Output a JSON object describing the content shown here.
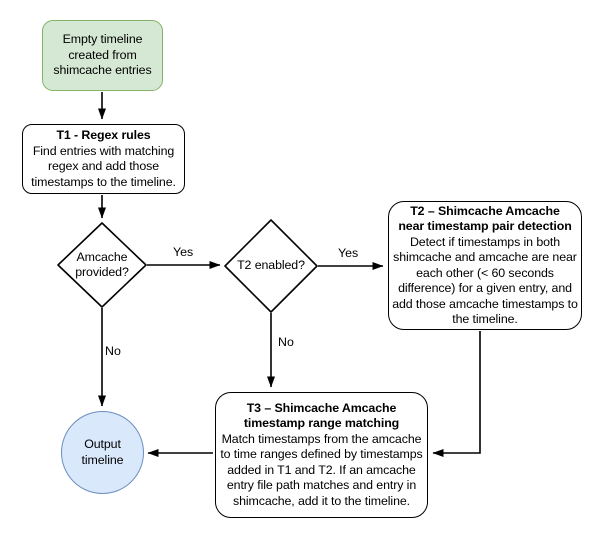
{
  "diagram": {
    "nodes": {
      "start": {
        "text": "Empty timeline\ncreated from\nshimcache entries"
      },
      "t1": {
        "title": "T1 - Regex rules",
        "body": "Find entries with matching\nregex and add those\ntimestamps to the timeline."
      },
      "amcache_decision": {
        "text": "Amcache\nprovided?"
      },
      "t2_decision": {
        "text": "T2 enabled?"
      },
      "t2": {
        "title": "T2 – Shimcache Amcache\nnear timestamp pair detection",
        "body": "Detect if timestamps in both\nshimcache and amcache are near\neach other (< 60 seconds\ndifference) for a given entry, and\nadd those amcache timestamps to\nthe timeline."
      },
      "t3": {
        "title": "T3 – Shimcache Amcache\ntimestamp range matching",
        "body": "Match timestamps from the amcache\nto time ranges defined by timestamps\nadded in T1 and T2. If an amcache\nentry file path matches and entry in\nshimcache, add it to the timeline."
      },
      "output": {
        "text": "Output\ntimeline"
      }
    },
    "edge_labels": {
      "amcache_yes": "Yes",
      "amcache_no": "No",
      "t2_yes": "Yes",
      "t2_no": "No"
    },
    "colors": {
      "start_fill": "#d5e8d4",
      "start_border": "#82b366",
      "output_fill": "#dae8fc",
      "output_border": "#6c8ebf",
      "process_fill": "#ffffff",
      "process_border": "#000000",
      "connector": "#000000"
    }
  }
}
